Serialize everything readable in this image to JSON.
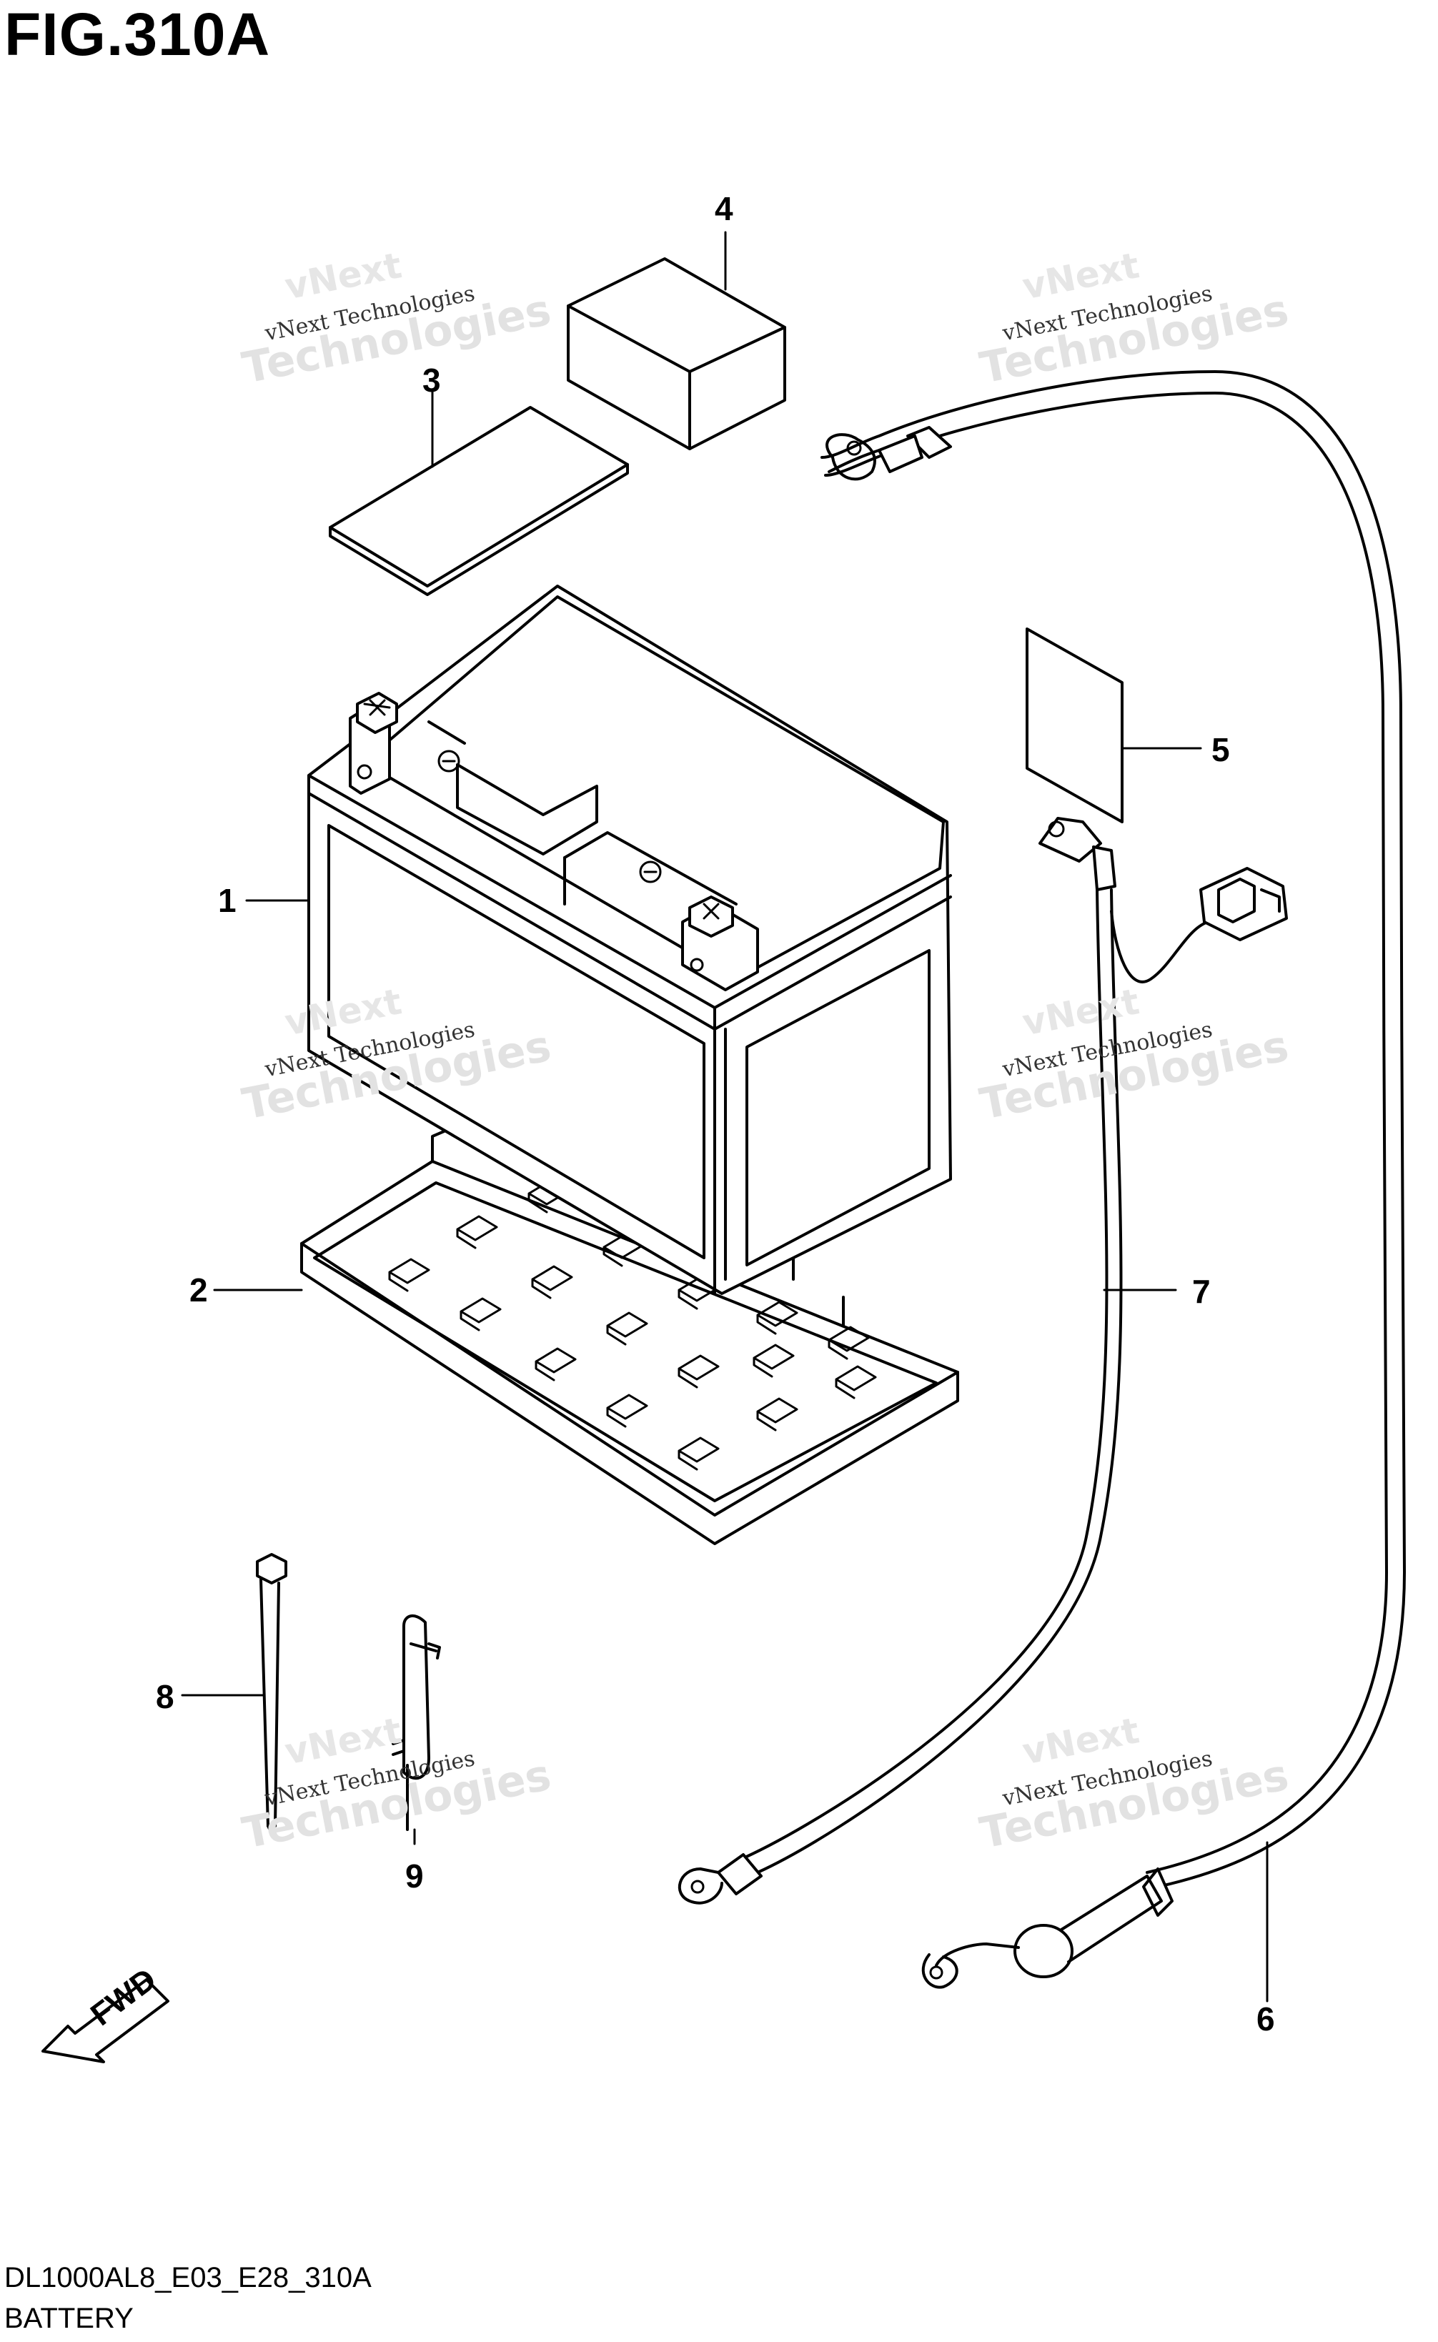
{
  "figure": {
    "title": "FIG.310A",
    "code": "DL1000AL8_E03_E28_310A",
    "name": "BATTERY"
  },
  "callouts": [
    "1",
    "2",
    "3",
    "4",
    "5",
    "6",
    "7",
    "8",
    "9"
  ],
  "fwd_label": "FWD",
  "watermark": {
    "line1": "vNext Technologies",
    "line2": "Technologies",
    "line3": "vNext"
  },
  "parts": [
    {
      "ref": "1",
      "icon": "battery-icon"
    },
    {
      "ref": "2",
      "icon": "battery-tray-icon"
    },
    {
      "ref": "3",
      "icon": "pad-sheet-icon"
    },
    {
      "ref": "4",
      "icon": "cushion-block-icon"
    },
    {
      "ref": "5",
      "icon": "label-sheet-icon"
    },
    {
      "ref": "6",
      "icon": "negative-cable-icon"
    },
    {
      "ref": "7",
      "icon": "positive-cable-icon"
    },
    {
      "ref": "8",
      "icon": "cable-tie-icon"
    },
    {
      "ref": "9",
      "icon": "clamp-icon"
    }
  ],
  "colors": {
    "line": "#000000",
    "background": "#ffffff",
    "watermark": "#e2e2e2"
  }
}
